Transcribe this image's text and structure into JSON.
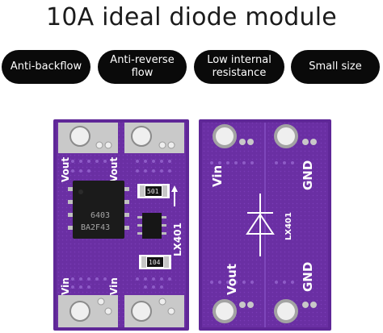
{
  "title": "10A ideal diode module",
  "features": [
    {
      "label": "Anti-backflow"
    },
    {
      "label": "Anti-reverse\nflow"
    },
    {
      "label": "Low internal\nresistance"
    },
    {
      "label": "Small size"
    }
  ],
  "left_board": {
    "label_vout_1": "Vout",
    "label_vout_2": "Vout",
    "label_vin_1": "Vin",
    "label_vin_2": "Vin",
    "chip_line_1": "6403",
    "chip_line_2": "BA2F43",
    "resistor_1": "501",
    "resistor_2": "104",
    "model": "LX401"
  },
  "right_board": {
    "label_vin": "Vin",
    "label_vout": "Vout",
    "label_gnd_1": "GND",
    "label_gnd_2": "GND",
    "model": "LX401"
  },
  "colors": {
    "pcb_purple": "#6a2fa3",
    "pcb_edge": "#5a2390",
    "pad_silver": "#cfcfcf"
  }
}
